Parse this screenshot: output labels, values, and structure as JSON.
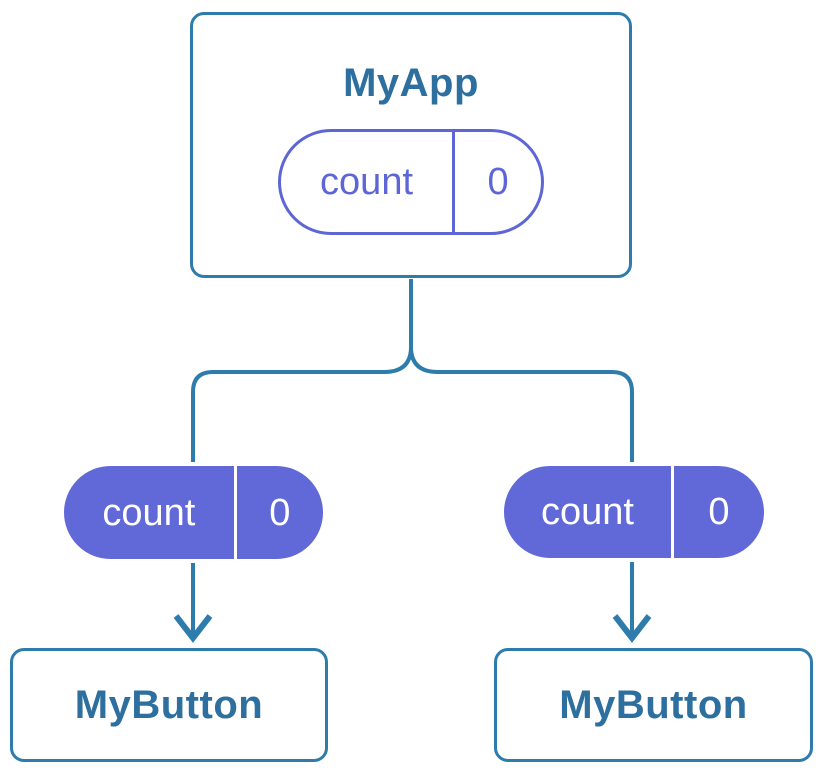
{
  "colors": {
    "stroke": "#2E7CAC",
    "title_text": "#2D6F9E",
    "purple_stroke": "#5E66D6",
    "purple_fill": "#6169D8",
    "pill_text_light": "#FFFFFF",
    "box_fill": "#FFFFFF",
    "background": "#FFFFFF"
  },
  "diagram": {
    "parent": {
      "title": "MyApp",
      "pill": {
        "label": "count",
        "value": "0"
      }
    },
    "children": [
      {
        "title": "MyButton",
        "pill": {
          "label": "count",
          "value": "0"
        }
      },
      {
        "title": "MyButton",
        "pill": {
          "label": "count",
          "value": "0"
        }
      }
    ]
  }
}
